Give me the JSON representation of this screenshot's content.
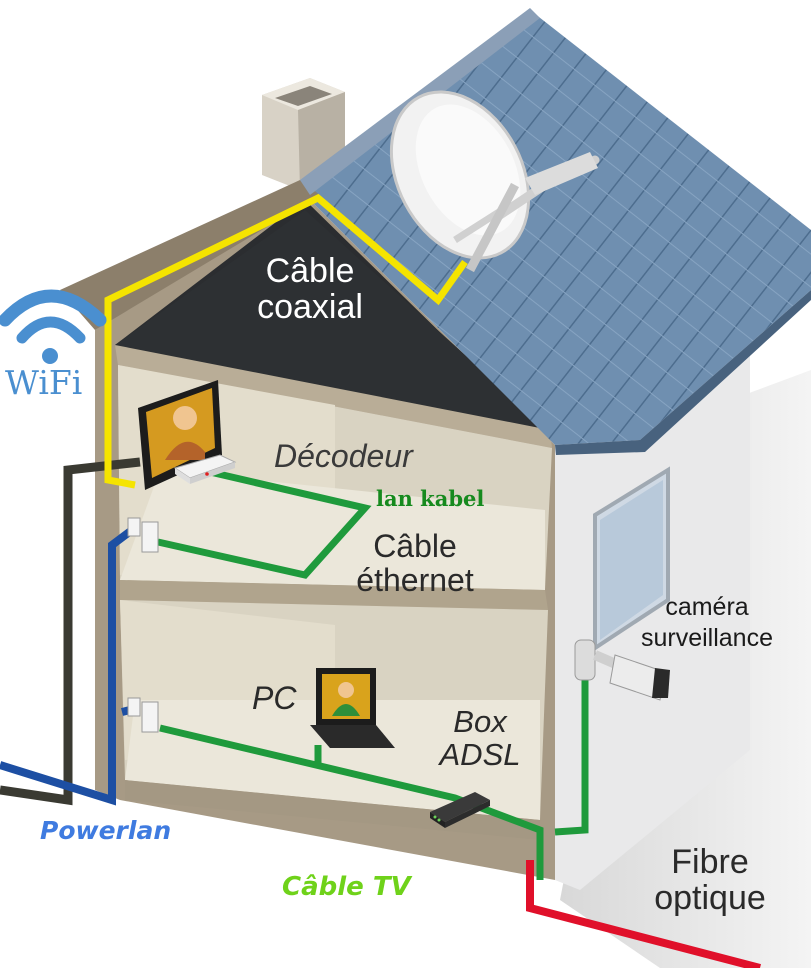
{
  "labels": {
    "wifi": "WiFi",
    "cable_coaxial_line1": "Câble",
    "cable_coaxial_line2": "coaxial",
    "decodeur": "Décodeur",
    "lan_kabel": "lan kabel",
    "cable_ethernet_line1": "Câble",
    "cable_ethernet_line2": "éthernet",
    "camera_line1": "caméra",
    "camera_line2": "surveillance",
    "pc": "PC",
    "box_line1": "Box",
    "box_line2": "ADSL",
    "powerlan": "Powerlan",
    "cable_tv": "Câble TV",
    "fibre_line1": "Fibre",
    "fibre_line2": "optique"
  },
  "colors": {
    "coax": "#f5e400",
    "ethernet": "#1f9a3c",
    "powerlan": "#1d4fa3",
    "fibre": "#e0102a",
    "antenna_cable": "#3a3a32",
    "roof": "#6f8fb0",
    "wifi": "#4a8fd0",
    "label_powerlan": "#3f7be0",
    "label_cable_tv": "#6fd21a",
    "label_lan": "#168a1e"
  }
}
